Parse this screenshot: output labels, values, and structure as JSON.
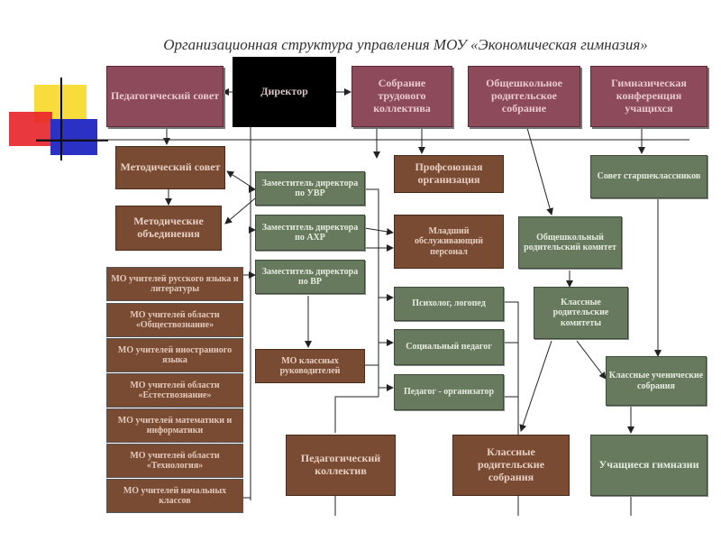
{
  "title": "Организационная структура управления МОУ «Экономическая гимназия»",
  "logo": {
    "colors": [
      "#f7dc3b",
      "#e8222a",
      "#2a31c4",
      "#000000"
    ]
  },
  "colors": {
    "maroon": "#8c4a5b",
    "brown": "#7a4b33",
    "green": "#677a5e",
    "director": "#000000",
    "lines": "#222222"
  },
  "boxes": {
    "ped_council": "Педагогический совет",
    "director": "Директор",
    "labor_meeting": "Собрание трудового коллектива",
    "school_parent_meeting": "Общешкольное родительское собрание",
    "gym_conference": "Гимназическая конференция учащихся",
    "method_council": "Методический совет",
    "deputy_uvr": "Заместитель директора по УВР",
    "trade_union": "Профсоюзная организация",
    "senior_council": "Совет старшеклассников",
    "method_associations": "Методические объединения",
    "deputy_ahr": "Заместитель директора по АХР",
    "junior_staff": "Младший обслуживающий персонал",
    "school_parent_committee": "Общешкольный родительский комитет",
    "deputy_vr": "Заместитель директора по ВР",
    "psychologist": "Психолог, логопед",
    "class_parent_committees": "Классные родительские комитеты",
    "social_pedagogue": "Социальный педагог",
    "mo_class_teachers": "МО классных руководителей",
    "class_student_meetings": "Классные ученические собрания",
    "pedagogue_organizer": "Педагог - организатор",
    "ped_collective": "Педагогический коллектив",
    "class_parent_meetings": "Классные родительские собрания",
    "students": "Учащиеся гимназии"
  },
  "mo_list": [
    "МО учителей русского языка и литературы",
    "МО учителей области «Обществознание»",
    "МО учителей иностранного языка",
    "МО учителей области «Естествознание»",
    "МО учителей математики и информатики",
    "МО учителей области «Технология»",
    "МО учителей начальных классов"
  ]
}
